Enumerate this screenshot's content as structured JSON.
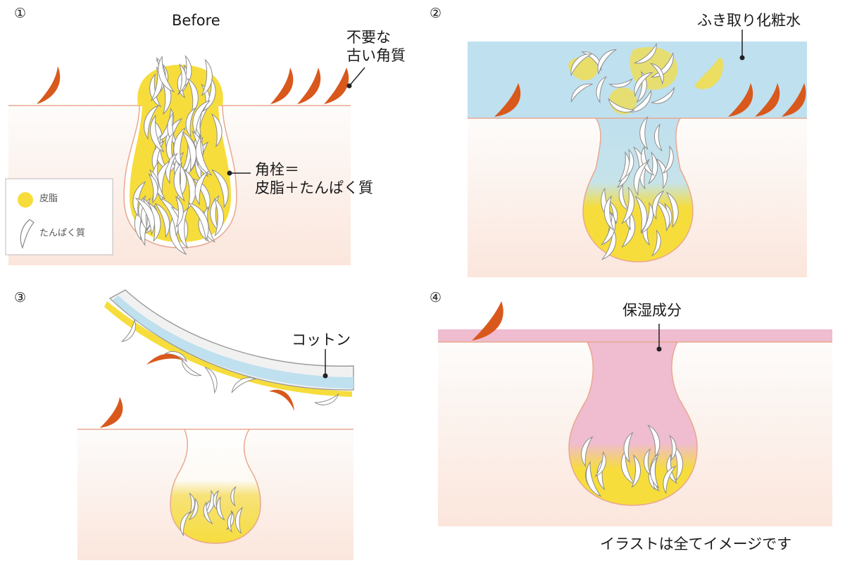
{
  "panels": {
    "p1": {
      "number": "①",
      "title": "Before",
      "callout_old_skin": "不要な\n古い角質",
      "callout_plug": "角栓＝\n皮脂＋たんぱく質"
    },
    "p2": {
      "number": "②",
      "callout_toner": "ふき取り化粧水"
    },
    "p3": {
      "number": "③",
      "callout_cotton": "コットン"
    },
    "p4": {
      "number": "④",
      "callout_moisture": "保湿成分"
    }
  },
  "legend": {
    "sebum": "皮脂",
    "protein": "たんぱく質"
  },
  "footnote": "イラストは全てイメージです",
  "colors": {
    "skin_top": "#fdfcfb",
    "skin_bottom": "#fbe7de",
    "skin_line": "#e9a88f",
    "sebum": "#f6dd3c",
    "sebum_edge": "#f2c92a",
    "old_keratin": "#d9581c",
    "toner": "#bfe0ee",
    "moisture": "#efbcd0",
    "cotton": "#f1f1f1",
    "cotton_edge": "#9a9a9a"
  }
}
